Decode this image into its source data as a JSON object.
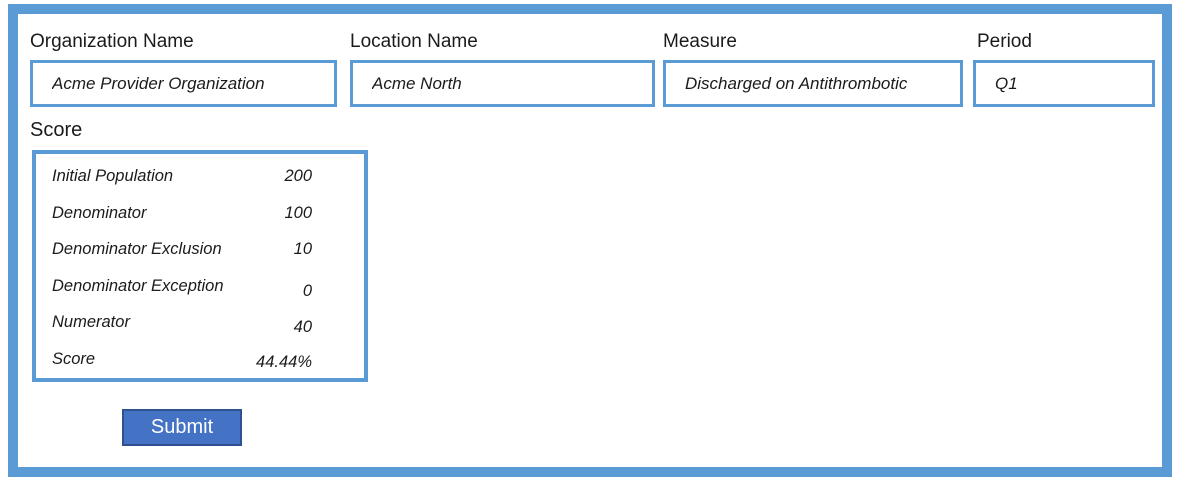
{
  "colors": {
    "frame": "#5B9BD5",
    "input_border": "#5B9BD5",
    "submit_fill": "#4472C4",
    "submit_border": "#2F528F",
    "submit_text": "#ffffff"
  },
  "fields": [
    {
      "label": "Organization Name",
      "value": "Acme Provider Organization"
    },
    {
      "label": "Location Name",
      "value": "Acme North"
    },
    {
      "label": "Measure",
      "value": "Discharged on Antithrombotic"
    },
    {
      "label": "Period",
      "value": "Q1"
    }
  ],
  "score_section": {
    "heading": "Score",
    "rows": [
      {
        "label": "Initial Population",
        "value": "200"
      },
      {
        "label": "Denominator",
        "value": "100"
      },
      {
        "label": "Denominator Exclusion",
        "value": "10"
      },
      {
        "label": "Denominator Exception",
        "value": "0"
      },
      {
        "label": "Numerator",
        "value": "40"
      },
      {
        "label": "Score",
        "value": "44.44%"
      }
    ]
  },
  "submit": {
    "label": "Submit"
  }
}
